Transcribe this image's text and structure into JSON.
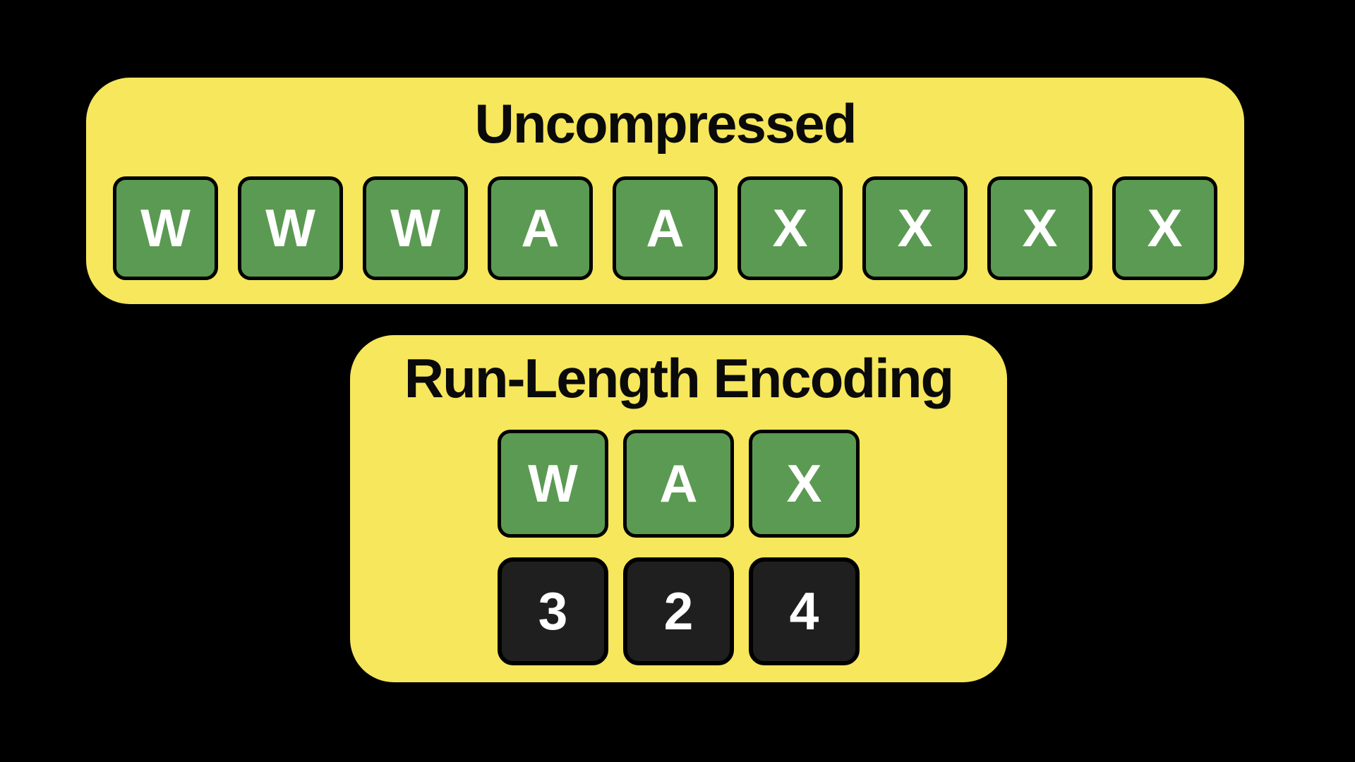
{
  "colors": {
    "bg": "#000000",
    "panel_yellow": "#f6e75c",
    "tile_green": "#5b9a52",
    "tile_dark": "#1f1f1f",
    "tile_border": "#000000",
    "title_black": "#0a0a0a",
    "letter_white": "#ffffff"
  },
  "uncompressed_panel": {
    "title": "Uncompressed",
    "tiles": [
      "W",
      "W",
      "W",
      "A",
      "A",
      "X",
      "X",
      "X",
      "X"
    ]
  },
  "rle_panel": {
    "title": "Run-Length Encoding",
    "symbol_tiles": [
      "W",
      "A",
      "X"
    ],
    "count_tiles": [
      "3",
      "2",
      "4"
    ]
  }
}
